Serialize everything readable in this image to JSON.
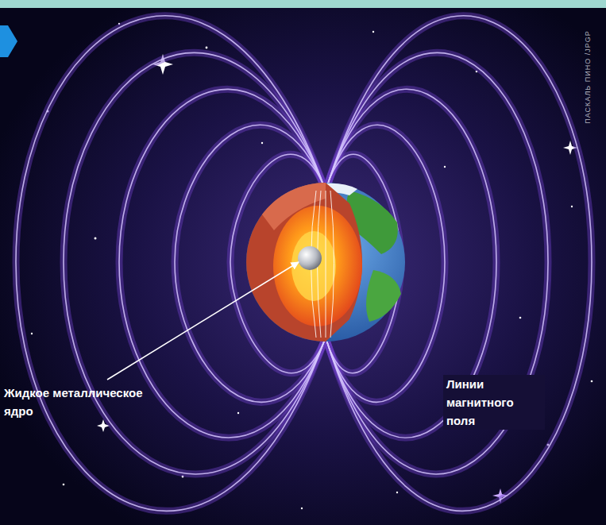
{
  "diagram": {
    "labels": [
      "Жидкое металлическое ядро",
      "Линии магнитного поля",
      "ПАСКАЛЬ ПИНО /JPGP"
    ]
  }
}
